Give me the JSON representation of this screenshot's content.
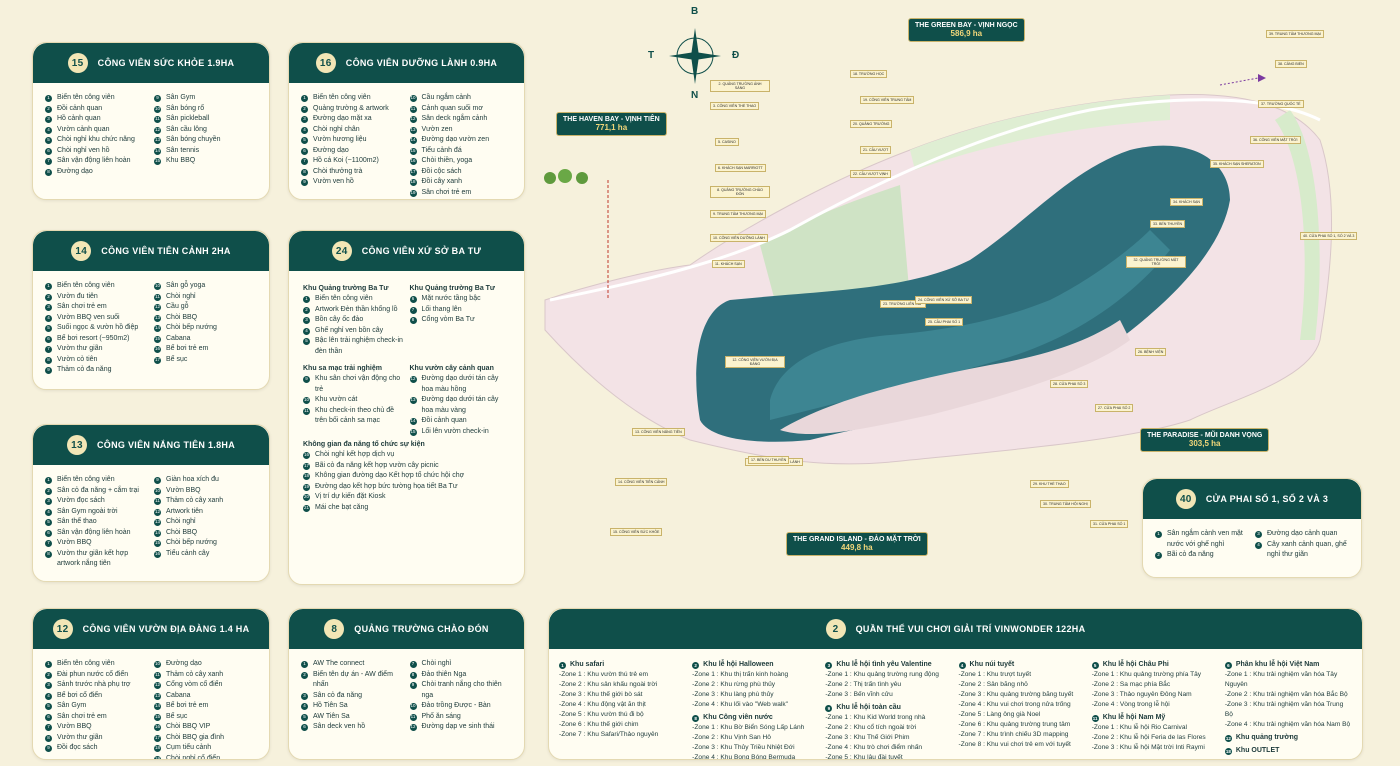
{
  "parks": {
    "p15": {
      "num": "15",
      "title": "CÔNG VIÊN SỨC KHỎE 1.9HA",
      "col1": [
        "Biển tên công viên",
        "Đồi cảnh quan",
        "Hồ cảnh quan",
        "Vườn cảnh quan",
        "Chòi nghỉ khu chức năng",
        "Chòi nghỉ ven hồ",
        "Sân vận động liên hoàn",
        "Đường dạo"
      ],
      "col2": [
        "Sân Gym",
        "Sân bóng rổ",
        "Sân pickleball",
        "Sân cầu lông",
        "Sân bóng chuyền",
        "Sân tennis",
        "Khu BBQ"
      ]
    },
    "p16": {
      "num": "16",
      "title": "CÔNG VIÊN DƯỠNG LÀNH 0.9HA",
      "col1": [
        "Biển tên công viên",
        "Quảng trường & artwork",
        "Đường dạo mặt xa",
        "Chòi nghỉ chân",
        "Vườn hương liệu",
        "Đường dạo",
        "Hồ cá Koi (~1100m2)",
        "Chòi thưởng trà",
        "Vườn ven hồ"
      ],
      "col2": [
        "Cầu ngắm cảnh",
        "Cảnh quan suối mơ",
        "Sân deck ngắm cảnh",
        "Vườn zen",
        "Đường dạo vườn zen",
        "Tiểu cảnh đá",
        "Chòi thiền, yoga",
        "Đồi cộc sách",
        "Đồi cây xanh",
        "Sân chơi trẻ em"
      ]
    },
    "p14": {
      "num": "14",
      "title": "CÔNG VIÊN TIÊN CẢNH 2HA",
      "col1": [
        "Biển tên công viên",
        "Vườn đu tiên",
        "Sân chơi trẻ em",
        "Vườn BBQ ven suối",
        "Suối ngọc & vườn hồ điệp",
        "Bể bơi resort (~950m2)",
        "Vườn thư giãn",
        "Vườn cỏ tiên",
        "Thảm cỏ đa năng"
      ],
      "col2": [
        "Sân gỗ yoga",
        "Chòi nghỉ",
        "Cầu gỗ",
        "Chòi BBQ",
        "Chòi bếp nướng",
        "Cabana",
        "Bể bơi trẻ em",
        "Bể sục"
      ]
    },
    "p13": {
      "num": "13",
      "title": "CÔNG VIÊN NẮNG TIÊN 1.8HA",
      "col1": [
        "Biển tên công viên",
        "Sân cỏ đa năng + cắm trại",
        "Vườn đọc sách",
        "Sân Gym ngoài trời",
        "Sân thể thao",
        "Sân vận động liên hoàn",
        "Vườn BBQ",
        "Vườn thư giãn kết hợp artwork nắng tiên"
      ],
      "col2": [
        "Giàn hoa xích đu",
        "Vườn BBQ",
        "Thảm cỏ cây xanh",
        "Artwork tiên",
        "Chòi nghỉ",
        "Chòi BBQ",
        "Chòi bếp nướng",
        "Tiểu cảnh cây"
      ]
    },
    "p12": {
      "num": "12",
      "title": "CÔNG VIÊN VƯỜN ĐỊA ĐÀNG 1.4 HA",
      "col1": [
        "Biển tên công viên",
        "Đài phun nước cổ điển",
        "Sảnh trước nhà phụ trợ",
        "Bể bơi cổ điển",
        "Sân Gym",
        "Sân chơi trẻ em",
        "Vườn BBQ",
        "Vườn thư giãn",
        "Đồi đọc sách"
      ],
      "col2": [
        "Đường dạo",
        "Thảm cỏ cây xanh",
        "Cổng vòm cổ điển",
        "Cabana",
        "Bể bơi trẻ em",
        "Bể sục",
        "Chòi BBQ VIP",
        "Chòi BBQ gia đình",
        "Cụm tiểu cảnh",
        "Chòi nghỉ cổ điển"
      ]
    },
    "p24": {
      "num": "24",
      "title": "CÔNG VIÊN XỨ SỞ BA TƯ",
      "g1_title": "Khu Quảng trường Ba Tư",
      "g1": [
        "Biển tên công viên",
        "Artwork Đèn thần khổng lồ",
        "Bồn cây ốc đảo",
        "Ghế nghỉ ven bồn cây",
        "Bậc lên trải nghiệm check-in đèn thần"
      ],
      "g2_title": "Khu Quảng trường Ba Tư",
      "g2": [
        "Mặt nước tầng bậc",
        "Lối thang lên",
        "Cổng vòm Ba Tư"
      ],
      "g3_title": "Khu sa mạc trải nghiệm",
      "g3": [
        "Khu sân chơi vận động cho trẻ",
        "Khu vườn cát",
        "Khu check-in theo chủ đề trên bối cảnh sa mạc"
      ],
      "g4_title": "Khu vườn cây cảnh quan",
      "g4": [
        "Đường dạo dưới tán cây hoa màu hồng",
        "Đường dạo dưới tán cây hoa màu vàng",
        "Đồi cảnh quan",
        "Lối lên vườn check-in"
      ],
      "g5_title": "Không gian đa năng tổ chức sự kiện",
      "g5": [
        "Chòi nghỉ kết hợp dịch vụ",
        "Bãi cỏ đa năng kết hợp vườn cây picnic",
        "Không gian đường dạo Kết hợp tổ chức hội chợ",
        "Đường dạo kết hợp bức tường họa tiết Ba Tư",
        "Vị trí dự kiến đặt Kiosk",
        "Mái che bạt căng"
      ]
    },
    "p8": {
      "num": "8",
      "title": "QUẢNG TRƯỜNG CHÀO ĐÓN",
      "col1": [
        "AW The connect",
        "Biển tên dự án - AW điểm nhấn",
        "Sân cỏ đa năng",
        "Hồ Tiên Sa",
        "AW Tiên Sa",
        "Sân deck ven hồ"
      ],
      "col2": [
        "Chòi nghỉ",
        "Đảo thiên Nga",
        "Chòi tranh nắng cho thiên nga",
        "Đảo trồng Được - Bàn",
        "Phố ăn sáng",
        "Đường dạp ve sinh thái"
      ]
    },
    "p40": {
      "num": "40",
      "title": "CỬA PHAI SỐ 1, SỐ 2 VÀ 3",
      "col1": [
        "Sân ngắm cảnh ven mặt nước với ghế nghỉ",
        "Bãi cỏ đa năng"
      ],
      "col2": [
        "Đường dạo cảnh quan",
        "Cây xanh cảnh quan, ghế nghỉ thư giãn"
      ]
    }
  },
  "vinwonder": {
    "num": "2",
    "title": "QUẦN THỂ VUI CHƠI GIẢI TRÍ VINWONDER 122HA",
    "c1": {
      "h": "Khu safari",
      "lines": [
        "-Zone 1 : Khu vườn thú trẻ em",
        "-Zone 2 : Khu sân khấu ngoài trời",
        "-Zone 3 : Khu thế giới bò sát",
        "-Zone 4 : Khu động vật ăn thịt",
        "-Zone 5 : Khu vườn thú đi bộ",
        "-Zone 6 : Khu thế giới chim",
        "-Zone 7 : Khu Safari/Thảo nguyên"
      ]
    },
    "c2": {
      "h": "Khu lễ hội Halloween",
      "lines": [
        "-Zone 1 : Khu thị trấn kinh hoàng",
        "-Zone 2 : Khu rừng phù thủy",
        "-Zone 3 : Khu làng phù thủy",
        "-Zone 4 : Khu lối vào \"Web walk\""
      ],
      "h2": "Khu Công viên nước",
      "lines2": [
        "-Zone 1 : Khu Bờ Biển Sóng Lấp Lánh",
        "-Zone 2 : Khu Vịnh San Hô",
        "-Zone 3 : Khu Thủy Triều Nhiệt Đới",
        "-Zone 4 : Khu Bong Bóng Bermuda"
      ]
    },
    "c3": {
      "h": "Khu lễ hội tình yêu Valentine",
      "lines": [
        "-Zone 1 : Khu quảng trường rung động",
        "-Zone 2 : Thị trấn tình yêu",
        "-Zone 3 : Bến vĩnh cửu"
      ],
      "h2": "Khu lễ hội toàn cầu",
      "lines2": [
        "-Zone 1 : Khu Kid World trong nhà",
        "-Zone 2 : Khu cổ tích ngoài trời",
        "-Zone 3 : Khu Thế Giới Phim",
        "-Zone 4 : Khu trò chơi điểm nhấn",
        "-Zone 5 : Khu lâu đài tuyết"
      ]
    },
    "c4": {
      "h": "Khu núi tuyết",
      "lines": [
        "-Zone 1 : Khu trượt tuyết",
        "-Zone 2 : Sân băng nhỏ",
        "-Zone 3 : Khu quảng trường băng tuyết",
        "-Zone 4 : Khu vui chơi trong nửa trống",
        "-Zone 5 : Làng ông già Noel",
        "-Zone 6 : Khu quảng trường trung tâm",
        "-Zone 7 : Khu trình chiếu 3D mapping",
        "-Zone 8 : Khu vui chơi trẻ em với tuyết"
      ]
    },
    "c5": {
      "h": "Khu lễ hội Châu Phi",
      "lines": [
        "-Zone 1 : Khu quảng trường phía Tây",
        "-Zone 2 : Sa mạc phía Bắc",
        "-Zone 3 : Thảo nguyên Đông Nam",
        "-Zone 4 : Vòng trong lễ hội"
      ],
      "h2": "Khu lễ hội Nam Mỹ",
      "lines2": [
        "-Zone 1 : Khu lễ hội Rio Carnival",
        "-Zone 2 : Khu lễ hội Feria de las Flores",
        "-Zone 3 : Khu lễ hội Mặt trời Inti Raymi"
      ]
    },
    "c6": {
      "h": "Phân khu lễ hội Việt Nam",
      "lines": [
        "-Zone 1 : Khu trải nghiệm văn hóa Tây Nguyên",
        "-Zone 2 : Khu trải nghiệm văn hóa Bắc Bộ",
        "-Zone 3 : Khu trải nghiệm văn hóa Trung Bộ",
        "-Zone 4 : Khu trải nghiệm văn hóa Nam Bộ"
      ],
      "h2": "Khu quảng trường",
      "h3": "Khu OUTLET"
    }
  },
  "map": {
    "compass": {
      "n": "B",
      "s": "N",
      "w": "T",
      "e": "Đ"
    },
    "green_bay": {
      "name": "THE GREEN BAY - VỊNH NGỌC",
      "area": "586,9 ha"
    },
    "haven_bay": {
      "name": "THE HAVEN BAY - VỊNH TIÊN",
      "area": "771,1 ha"
    },
    "grand_island": {
      "name": "THE GRAND ISLAND - ĐẢO MẶT TRỜI",
      "area": "449,8 ha"
    },
    "paradise": {
      "name": "THE PARADISE - MŨI DANH VỌNG",
      "area": "303,5 ha"
    },
    "labels": [
      "2. QUẢNG TRƯỜNG ÁNH SÁNG",
      "3. CÔNG VIÊN THỂ THAO",
      "5. CASINO",
      "6. KHÁCH SẠN MARRIOTT",
      "8. QUẢNG TRƯỜNG CHÀO ĐÓN",
      "9. TRUNG TÂM THƯƠNG MẠI",
      "10. CÔNG VIÊN DƯỠNG LÀNH",
      "11. KHÁCH SẠN",
      "12. CÔNG VIÊN VƯỜN ĐỊA ĐÀNG",
      "13. CÔNG VIÊN NẮNG TIÊN",
      "14. CÔNG VIÊN TIÊN CẢNH",
      "15. CÔNG VIÊN SỨC KHỎE",
      "16. CÔNG VIÊN DƯỠNG LÀNH",
      "17. BẾN DU THUYỀN",
      "18. TRƯỜNG HỌC",
      "19. CÔNG VIÊN TRUNG TÂM",
      "20. QUẢNG TRƯỜNG",
      "21. CẦU VƯỢT",
      "22. CẦU VƯỢT VỊNH",
      "23. TRƯỜNG LIÊN CẤP",
      "24. CÔNG VIÊN XỨ SỞ BA TƯ",
      "25. CẦU PHAI SỐ 1",
      "26. BỆNH VIỆN",
      "27. CỬA PHAI SỐ 2",
      "28. CỬA PHAI SỐ 3",
      "29. KHU THỂ THAO",
      "30. TRUNG TÂM HỘI NGHỊ",
      "31. CỬA PHAI SỐ 1",
      "32. QUẢNG TRƯỜNG MẶT TRỜI",
      "33. BẾN THUYỀN",
      "34. KHÁCH SẠN",
      "35. KHÁCH SẠN SHERATON",
      "36. CÔNG VIÊN MẶT TRỜI",
      "37. TRƯỜNG QUỐC TẾ",
      "38. CẢNG BIỂN",
      "39. TRUNG TÂM THƯƠNG MẠI",
      "40. CỬA PHAI SỐ 1, SỐ 2 VÀ 3"
    ]
  }
}
